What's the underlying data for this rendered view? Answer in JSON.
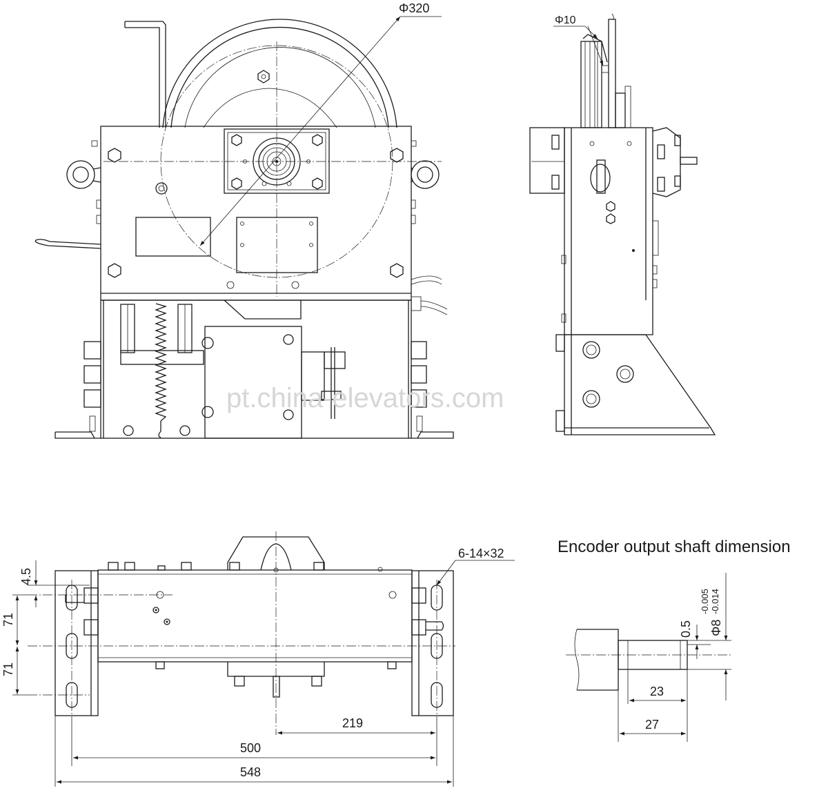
{
  "dims": {
    "sheave_diameter": "Φ320",
    "rope_diameter": "Φ10",
    "bolt_holes": "6-14×32",
    "offset_4_5": "4.5",
    "pitch_71_a": "71",
    "pitch_71_b": "71",
    "offset_219": "219",
    "width_500": "500",
    "width_548": "548"
  },
  "encoder": {
    "title": "Encoder output shaft dimension",
    "shaft_diameter": "Φ8",
    "tol_upper": "-0.005",
    "tol_lower": "-0.014",
    "flat_depth": "0.5",
    "flat_length": "23",
    "shaft_length": "27"
  },
  "watermark": "pt.china-elevators.com"
}
